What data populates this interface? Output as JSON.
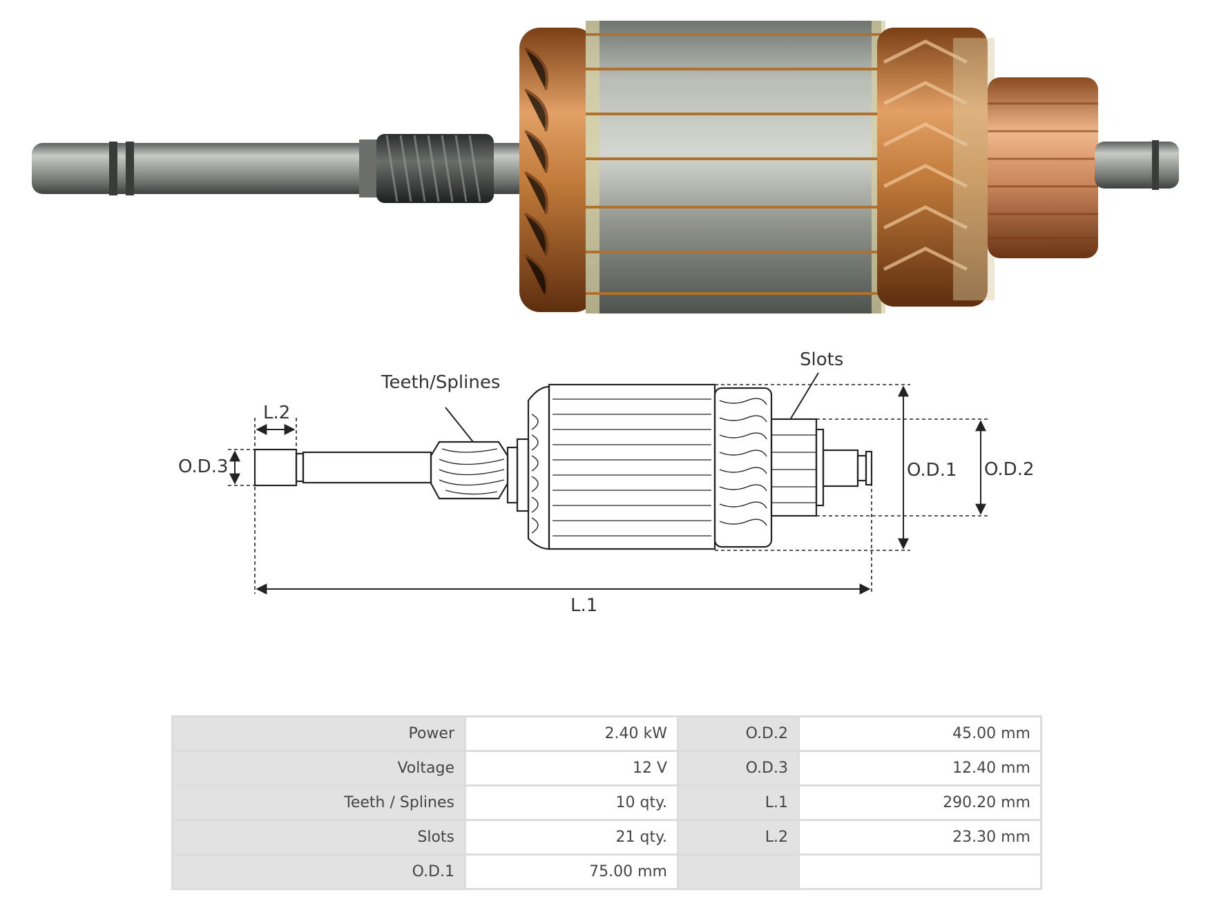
{
  "photo": {
    "label": "armature-photo"
  },
  "diagram": {
    "labels": {
      "teeth_splines": "Teeth/Splines",
      "slots": "Slots",
      "l2": "L.2",
      "od3": "O.D.3",
      "od1": "O.D.1",
      "od2": "O.D.2",
      "l1": "L.1"
    }
  },
  "specs": {
    "rows": [
      {
        "k1": "Power",
        "v1": "2.40 kW",
        "k2": "O.D.2",
        "v2": "45.00 mm"
      },
      {
        "k1": "Voltage",
        "v1": "12 V",
        "k2": "O.D.3",
        "v2": "12.40 mm"
      },
      {
        "k1": "Teeth / Splines",
        "v1": "10 qty.",
        "k2": "L.1",
        "v2": "290.20 mm"
      },
      {
        "k1": "Slots",
        "v1": "21 qty.",
        "k2": "L.2",
        "v2": "23.30 mm"
      },
      {
        "k1": "O.D.1",
        "v1": "75.00 mm",
        "k2": "",
        "v2": ""
      }
    ]
  },
  "colors": {
    "copper": "#c07a3a",
    "steel": "#9a9e98",
    "table_key_bg": "#e2e2e2",
    "table_border": "#dcdcdc"
  }
}
